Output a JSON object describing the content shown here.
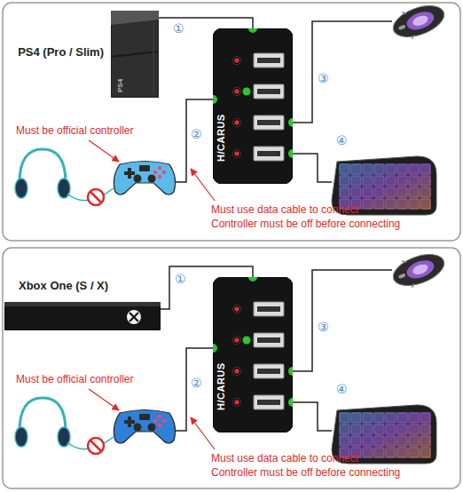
{
  "diagram": {
    "nodes": [
      {
        "text": [
          "PS4 (Pro / Slim)"
        ]
      },
      {
        "text": [
          "H/CARUS"
        ]
      },
      {
        "text": [
          "Xbox One (S / X)"
        ]
      },
      {
        "text": [
          "H/CARUS"
        ]
      }
    ],
    "edges": [
      {
        "from": 0,
        "to": 1,
        "label": "①",
        "arrow": "none"
      },
      {
        "from": 2,
        "to": 3,
        "label": "①",
        "arrow": "none"
      }
    ],
    "labels": [
      "PS4",
      "Must be official controller",
      "②",
      "③",
      "④",
      "Must use data cable to connect",
      "Controller must be off before connecting",
      "Must be official controller",
      "②",
      "③",
      "④",
      "Must use data cable to connect",
      "Controller must be off before connecting"
    ]
  }
}
